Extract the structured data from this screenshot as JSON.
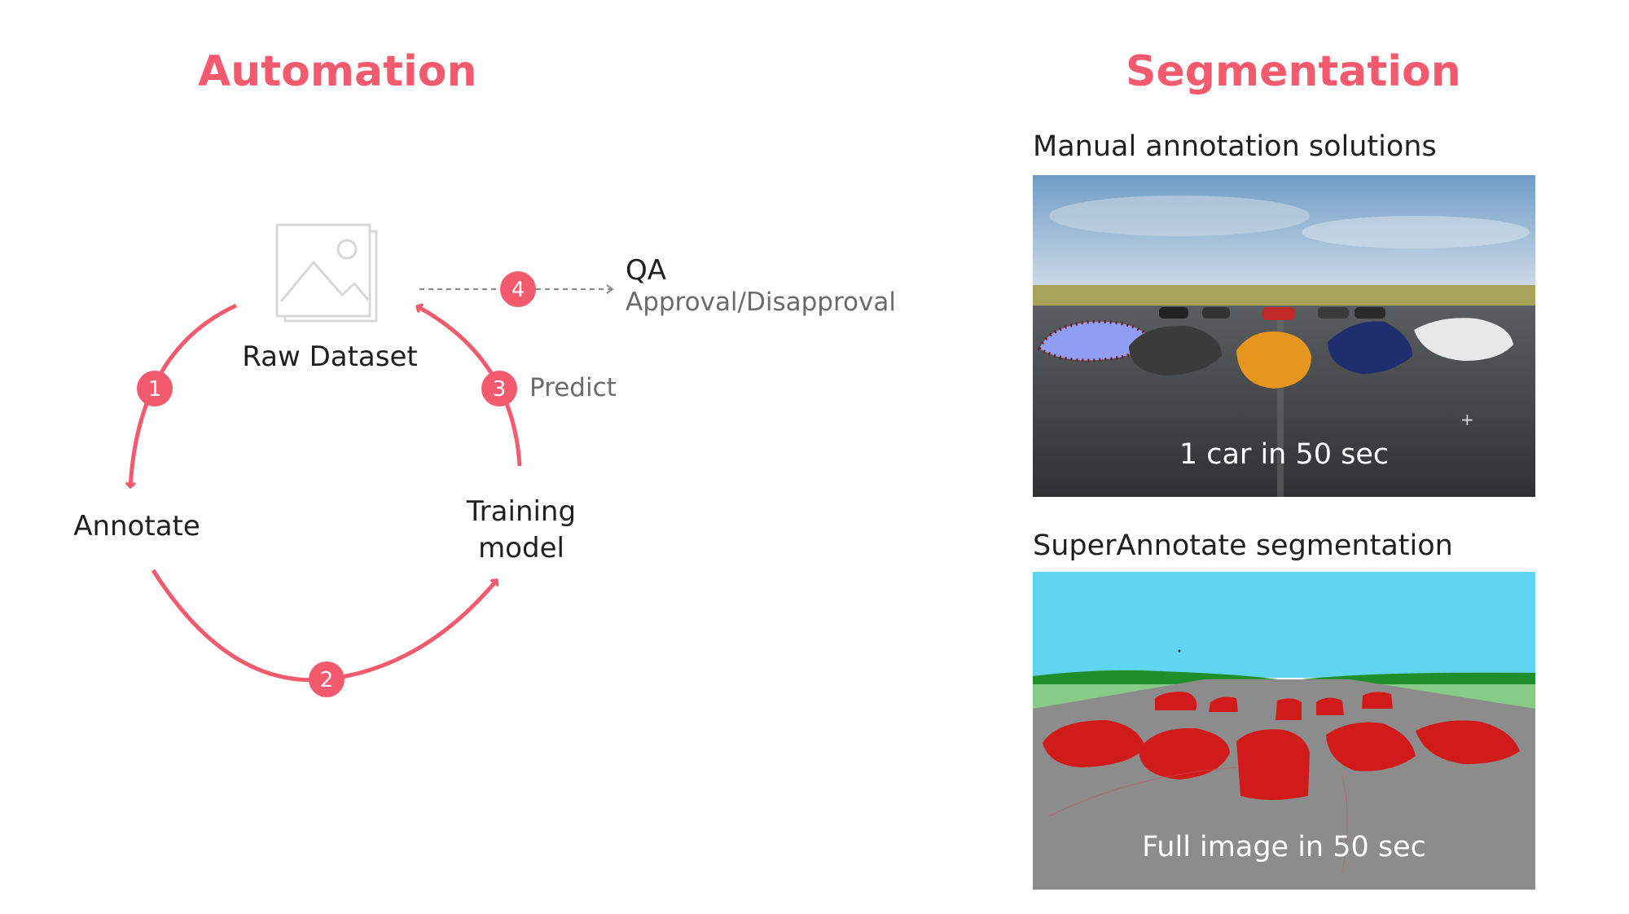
{
  "automation": {
    "title": "Automation",
    "nodes": {
      "raw_dataset": "Raw Dataset",
      "annotate": "Annotate",
      "training_model_line1": "Training",
      "training_model_line2": "model"
    },
    "steps": [
      "1",
      "2",
      "3",
      "4"
    ],
    "predict_label": "Predict",
    "qa_title": "QA",
    "qa_subtitle": "Approval/Disapproval",
    "icons": [
      "image-placeholder-icon"
    ],
    "accent_color": "#f35a6e"
  },
  "segmentation": {
    "title": "Segmentation",
    "manual": {
      "caption": "Manual annotation solutions",
      "overlay": "1 car in 50 sec"
    },
    "superannotate": {
      "caption": "SuperAnnotate segmentation",
      "overlay": "Full image in 50 sec"
    },
    "colors": {
      "sky": "#5fd5f2",
      "grass": "#86cc86",
      "road": "#8c8c8c",
      "car_mask": "#d11b1b"
    }
  }
}
